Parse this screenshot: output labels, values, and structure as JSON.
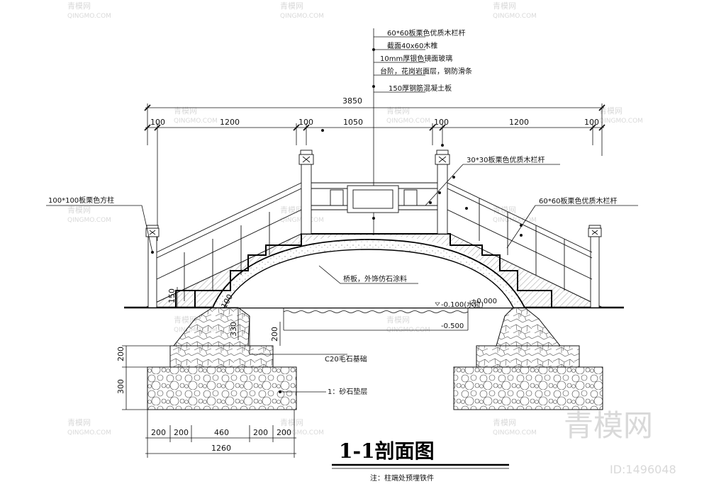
{
  "callouts": {
    "top": [
      "60*60板栗色优质木栏杆",
      "截面40x60木椎",
      "10mm厚银色镜面玻璃",
      "台阶，花岗岩面层，钢防滑条",
      "150厚钢筋混凝土板"
    ],
    "post_left": "100*100板栗色方柱",
    "rail_30": "30*30板栗色优质木栏杆",
    "rail_60": "60*60板栗色优质木栏杆",
    "deck": "桥板，外饰仿石涂料",
    "foundation": "C20毛石基础",
    "cushion": "1：砂石垫层"
  },
  "dimensions": {
    "overall": "3850",
    "top_segments": [
      "100",
      "1200",
      "100",
      "1050",
      "100",
      "1200",
      "100"
    ],
    "vertical": [
      "150",
      "100",
      "330",
      "200",
      "200",
      "300"
    ],
    "bottom_segments": [
      "200",
      "200",
      "460",
      "200",
      "200"
    ],
    "bottom_total": "1260"
  },
  "levels": {
    "water": "-0.100(水位)",
    "zero": "±0.000",
    "bed": "-0.500"
  },
  "title": "1-1剖面图",
  "note": "注：柱端处预埋铁件",
  "watermark": {
    "logo": "青模网",
    "site": "QINGMO.COM",
    "id": "ID:1496048"
  }
}
